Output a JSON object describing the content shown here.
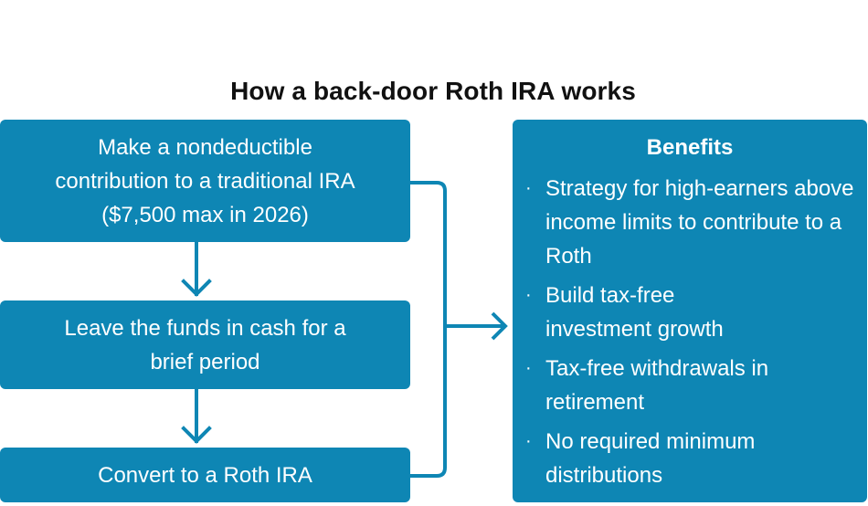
{
  "title": "How a back-door Roth IRA works",
  "steps": [
    {
      "lines": [
        "Make a nondeductible",
        "contribution to a traditional IRA",
        "($7,500 max in 2026)"
      ]
    },
    {
      "lines": [
        "Leave the funds in cash for a",
        "brief period"
      ]
    },
    {
      "lines": [
        "Convert to a Roth IRA"
      ]
    }
  ],
  "benefits": {
    "title": "Benefits",
    "bullet_char": "·",
    "items": [
      "Strategy for high-earners above income limits to contribute to a Roth",
      "Build tax-free investment growth",
      "Tax-free withdrawals in retirement",
      "No required minimum distributions"
    ]
  },
  "colors": {
    "box_fill": "#0e86b4",
    "arrow": "#0e86b4",
    "text_on_box": "#ffffff",
    "title_text": "#111111"
  }
}
